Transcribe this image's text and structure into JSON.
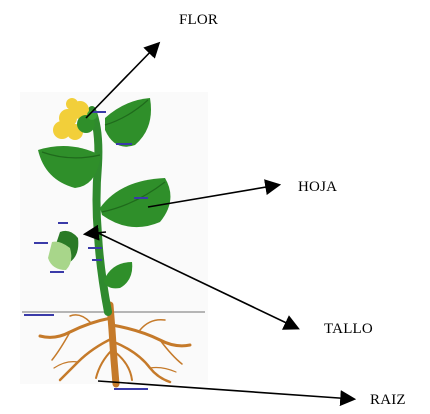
{
  "diagram": {
    "labels": {
      "flor": "FLOR",
      "hoja": "HOJA",
      "tallo": "TALLO",
      "raiz": "RAIZ"
    },
    "colors": {
      "leaf": "#2f8f2a",
      "leaf_light": "#5fb548",
      "stem": "#2f8a2e",
      "flower": "#f2cf3a",
      "root": "#c57a2a",
      "soil_line": "#b5b5b5",
      "arrow": "#000000",
      "inner_label": "#3a3aa8"
    }
  }
}
